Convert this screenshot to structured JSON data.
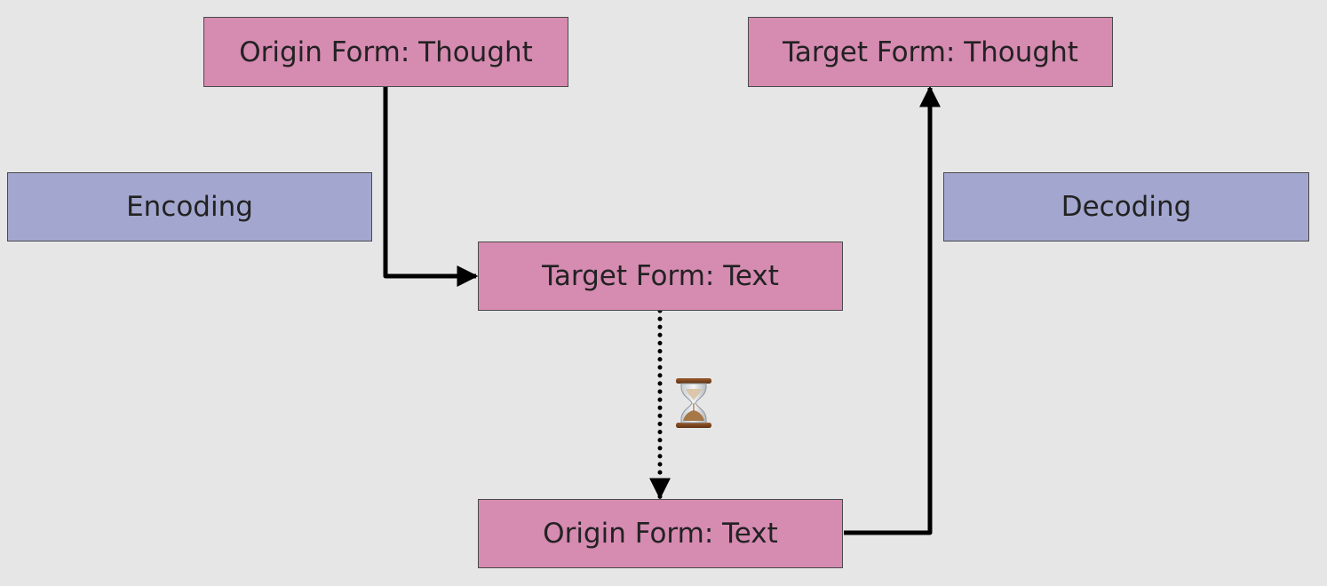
{
  "nodes": {
    "origin_thought": "Origin Form: Thought",
    "target_thought": "Target Form: Thought",
    "encoding": "Encoding",
    "decoding": "Decoding",
    "target_text": "Target Form: Text",
    "origin_text": "Origin Form: Text"
  },
  "icons": {
    "time_icon": "hourglass-icon"
  },
  "colors": {
    "form_fill": "#d68bb1",
    "process_fill": "#a3a7cf",
    "background": "#e6e6e6",
    "arrow": "#000000"
  }
}
